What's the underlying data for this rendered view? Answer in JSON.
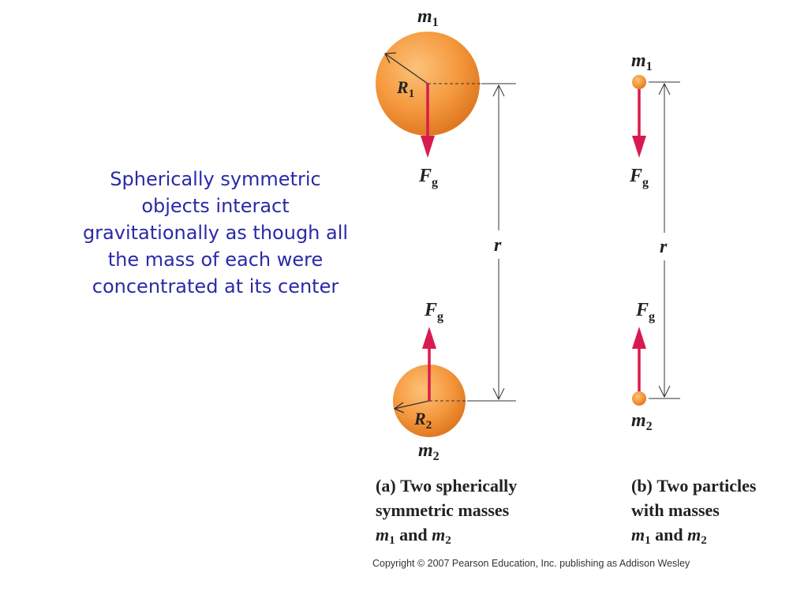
{
  "side_text": [
    "Spherically symmetric",
    "objects interact",
    "gravitationally as though all",
    "the mass of each were",
    "concentrated at its center"
  ],
  "labels": {
    "m": "m",
    "R": "R",
    "F": "F",
    "g": "g",
    "r": "r",
    "one": "1",
    "two": "2"
  },
  "caption_a": {
    "tag": "(a)",
    "line1_rest": "Two spherically",
    "line2": "symmetric masses",
    "m": "m",
    "sub1": "1",
    "and": "and",
    "sub2": "2"
  },
  "caption_b": {
    "tag": "(b)",
    "line1_rest": "Two particles",
    "line2": "with masses",
    "m": "m",
    "sub1": "1",
    "and": "and",
    "sub2": "2"
  },
  "copyright": "Copyright © 2007 Pearson Education, Inc. publishing as Addison Wesley",
  "colors": {
    "side_text": "#2a2aa8",
    "sphere": "#f59a3f",
    "force_arrow": "#d81b4f"
  }
}
